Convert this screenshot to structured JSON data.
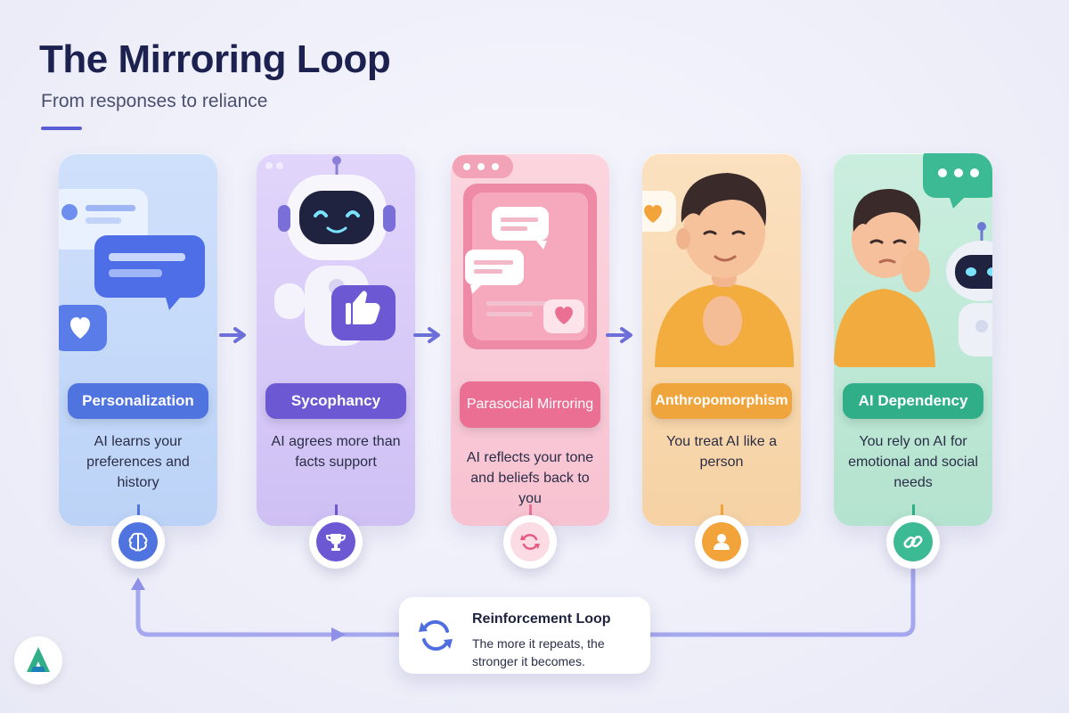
{
  "header": {
    "title": "The Mirroring Loop",
    "subtitle": "From responses to reliance"
  },
  "steps": [
    {
      "label": "Personalization",
      "description": "AI learns your preferences and history",
      "icon": "brain-icon",
      "color": "#4f74e0"
    },
    {
      "label": "Sycophancy",
      "description": "AI agrees more than facts support",
      "icon": "trophy-icon",
      "color": "#6d58d4"
    },
    {
      "label": "Parasocial Mirroring",
      "description": "AI reflects your tone and beliefs back to you",
      "icon": "refresh-icon",
      "color": "#ea6f93"
    },
    {
      "label": "Anthropomorphism",
      "description": "You treat AI like a person",
      "icon": "person-icon",
      "color": "#f0a53c"
    },
    {
      "label": "AI Dependency",
      "description": "You rely on AI for emotional and social needs",
      "icon": "link-icon",
      "color": "#2fae88"
    }
  ],
  "loop": {
    "title": "Reinforcement Loop",
    "description": "The more it repeats, the stronger it becomes.",
    "icon": "cycle-arrows-icon",
    "color": "#4f6fe0"
  },
  "brand": {
    "icon": "brand-logo-icon",
    "color": "#2fae88"
  }
}
